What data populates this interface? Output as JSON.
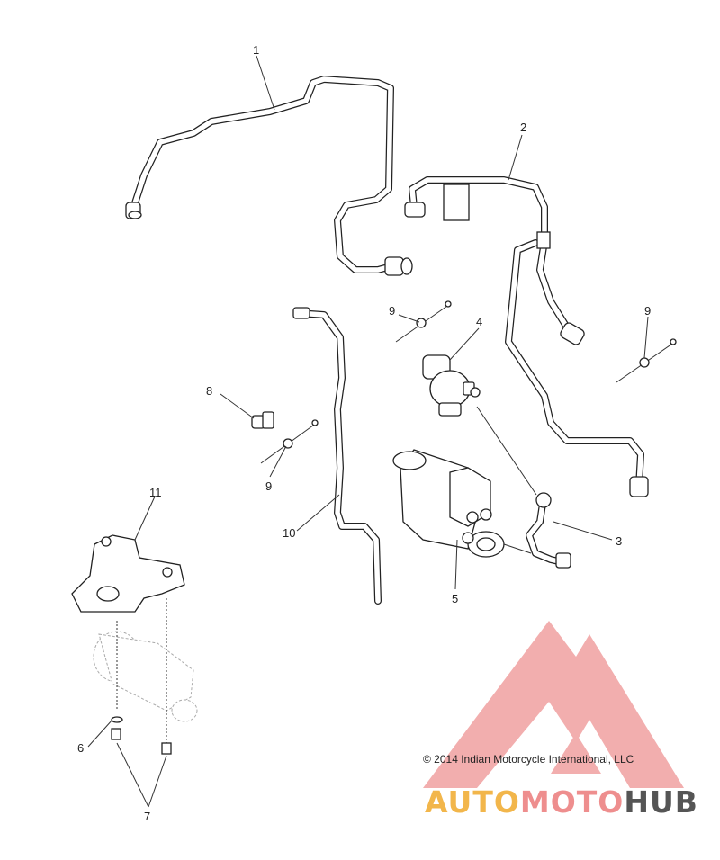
{
  "callouts": {
    "c1": "1",
    "c2": "2",
    "c3": "3",
    "c4": "4",
    "c5": "5",
    "c6": "6",
    "c7": "7",
    "c8": "8",
    "c9a": "9",
    "c9b": "9",
    "c9c": "9",
    "c10": "10",
    "c11": "11"
  },
  "copyright": "© 2014 Indian Motorcycle International, LLC",
  "watermark": {
    "word1": "AUTO",
    "word2": "MOTO",
    "word3": "HUB"
  },
  "colors": {
    "logo_red": "#ee8e8e",
    "logo_orange": "#f2b64b",
    "logo_gray": "#555555"
  }
}
